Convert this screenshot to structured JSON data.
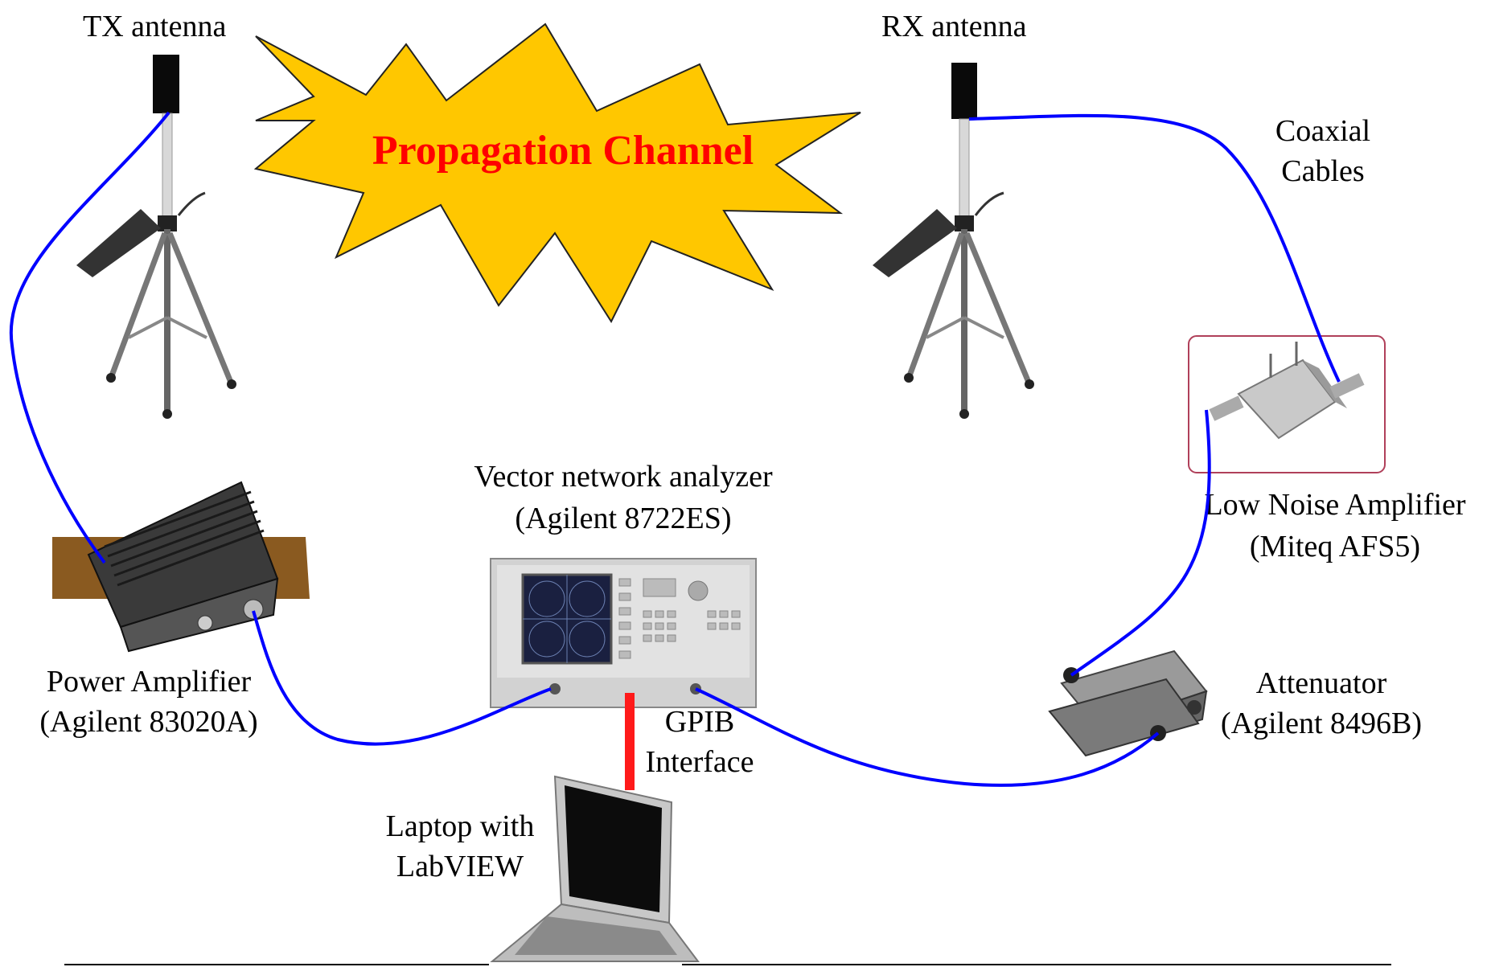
{
  "colors": {
    "cable": "#0000ff",
    "gpib": "#ff1a1a",
    "channel_fill": "#ffc700",
    "channel_text": "#ff0000",
    "lna_frame": "#b0405a"
  },
  "labels": {
    "tx_antenna": "TX antenna",
    "rx_antenna": "RX antenna",
    "propagation_channel": "Propagation Channel",
    "coaxial": "Coaxial",
    "cables": "Cables",
    "vna_line1": "Vector network analyzer",
    "vna_line2": "(Agilent 8722ES)",
    "lna_line1": "Low Noise Amplifier",
    "lna_line2": "(Miteq AFS5)",
    "pa_line1": "Power Amplifier",
    "pa_line2": "(Agilent 83020A)",
    "gpib_line1": "GPIB",
    "gpib_line2": "Interface",
    "att_line1": "Attenuator",
    "att_line2": "(Agilent 8496B)",
    "laptop_line1": "Laptop with",
    "laptop_line2": "LabVIEW"
  }
}
